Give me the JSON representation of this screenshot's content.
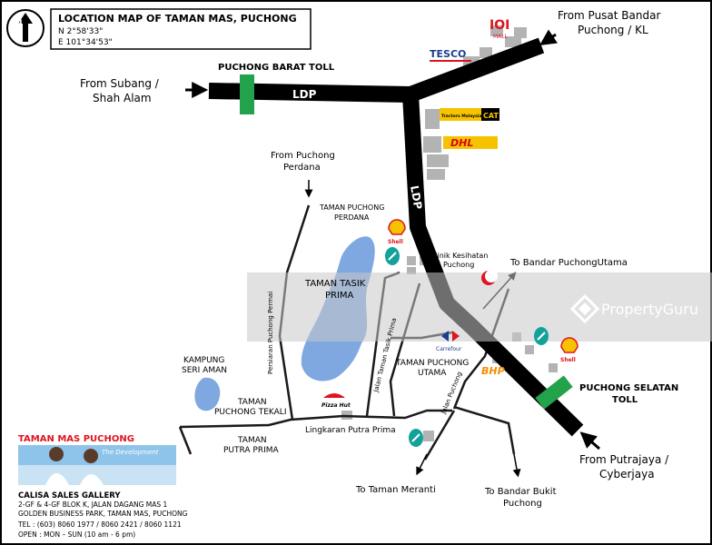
{
  "title": {
    "heading": "LOCATION MAP OF TAMAN MAS, PUCHONG",
    "lat": "N 2°58'33\"",
    "lon": "E 101°34'53\"",
    "compass": "N"
  },
  "tolls": {
    "barat": "PUCHONG BARAT TOLL",
    "selatan_1": "PUCHONG SELATAN",
    "selatan_2": "TOLL"
  },
  "roads": {
    "ldp_h": "LDP",
    "ldp_v": "LDP",
    "persiaran": "Persiaran Puchong Permai",
    "jalan_tasik": "Jalan Taman Tasik Prima",
    "jalan_puchong": "Jalan Puchong",
    "lingkaran": "Lingkaran Putra Prima"
  },
  "directions": {
    "pusat_1": "From Pusat Bandar",
    "pusat_2": "Puchong / KL",
    "subang_1": "From Subang /",
    "subang_2": "Shah Alam",
    "perdana_1": "From Puchong",
    "perdana_2": "Perdana",
    "bpu": "To Bandar PuchongUtama",
    "putrajaya_1": "From Putrajaya /",
    "putrajaya_2": "Cyberjaya",
    "meranti": "To Taman Meranti",
    "bukit_1": "To Bandar Bukit",
    "bukit_2": "Puchong"
  },
  "areas": {
    "tpp_1": "TAMAN PUCHONG",
    "tpp_2": "PERDANA",
    "tasik_1": "TAMAN TASIK",
    "tasik_2": "PRIMA",
    "klinik_1": "Klinik Kesihatan",
    "klinik_2": "Puchong",
    "kampung_1": "KAMPUNG",
    "kampung_2": "SERI AMAN",
    "tekali_1": "TAMAN",
    "tekali_2": "PUCHONG TEKALI",
    "utama_1": "TAMAN PUCHONG",
    "utama_2": "UTAMA",
    "putra_1": "TAMAN",
    "putra_2": "PUTRA PRIMA"
  },
  "brands": {
    "ioi": "IOI",
    "mall": "MALL",
    "tesco": "TESCO",
    "tractors": "Tractors Malaysia",
    "cat": "CAT",
    "dhl": "DHL",
    "shell": "Shell",
    "carrefour": "Carrefour",
    "bhp": "BHP",
    "pizza": "Pizza Hut"
  },
  "watermark": "PropertyGuru",
  "gallery": {
    "heading": "TAMAN MAS PUCHONG",
    "photo_caption": "The Development",
    "name": "CALISA SALES GALLERY",
    "addr1": "2-GF & 4-GF BLOK K, JALAN DAGANG MAS 1",
    "addr2": "GOLDEN BUSINESS PARK, TAMAN MAS, PUCHONG",
    "tel": "TEL : (603) 8060 1977 / 8060 2421 / 8060 1121",
    "open": "OPEN : MON – SUN (10 am - 6 pm)"
  },
  "colors": {
    "highway": "#000000",
    "toll": "#22a24a",
    "lake": "#7fa7e0",
    "building": "#b3b3b3",
    "accent_red": "#e0141e",
    "watermark_band": "#c8c8c8"
  }
}
